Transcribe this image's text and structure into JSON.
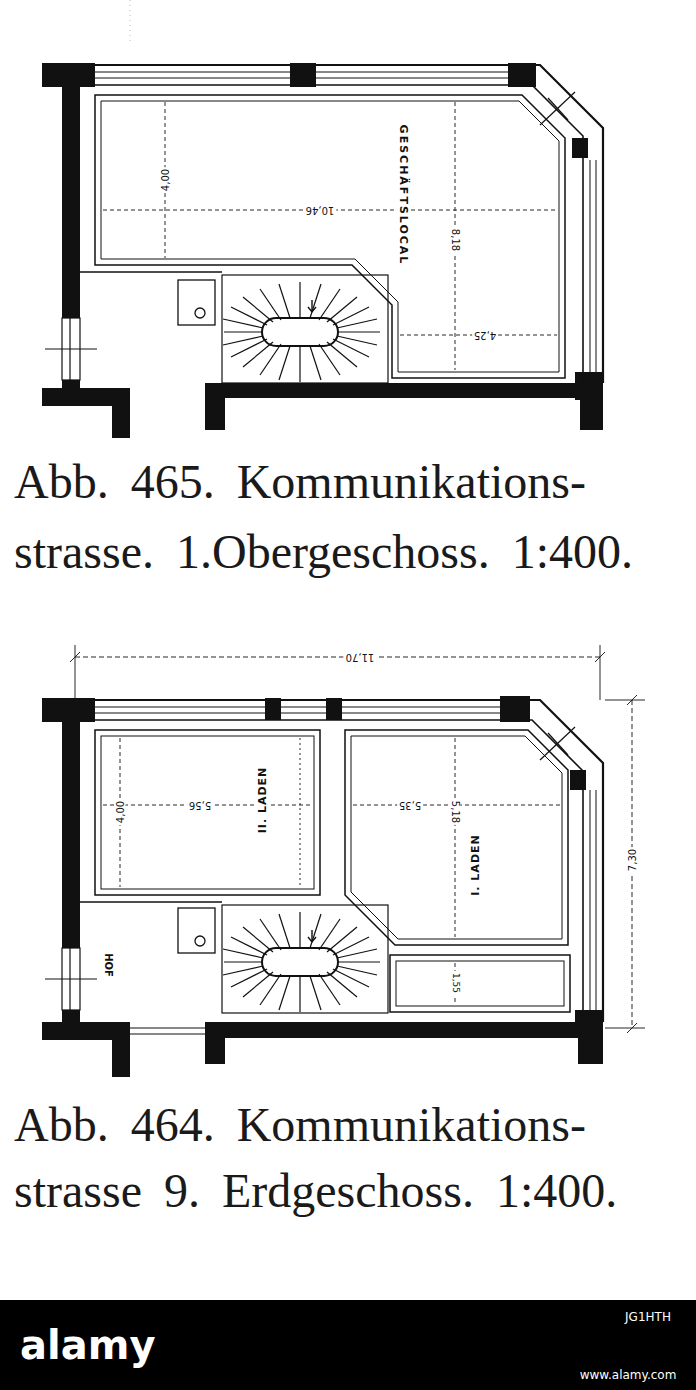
{
  "diagram": {
    "labels": [
      "4,00",
      "10,46",
      "GESCHÄFTSLOCAL",
      "8,18",
      "4,25",
      "Abb. 465. Kommunikations- strasse. 1.Obergeschoss. 1:400.",
      "11,70",
      "4,00",
      "5,56",
      "II. LADEN",
      "5,35",
      "5,18",
      "I. LADEN",
      "1,55",
      "7,30",
      "HOF",
      "Abb. 464. Kommunikations- strasse 9. Erdgeschoss. 1:400.",
      "alamy",
      "www.alamy.com",
      "JG1HTH"
    ]
  }
}
